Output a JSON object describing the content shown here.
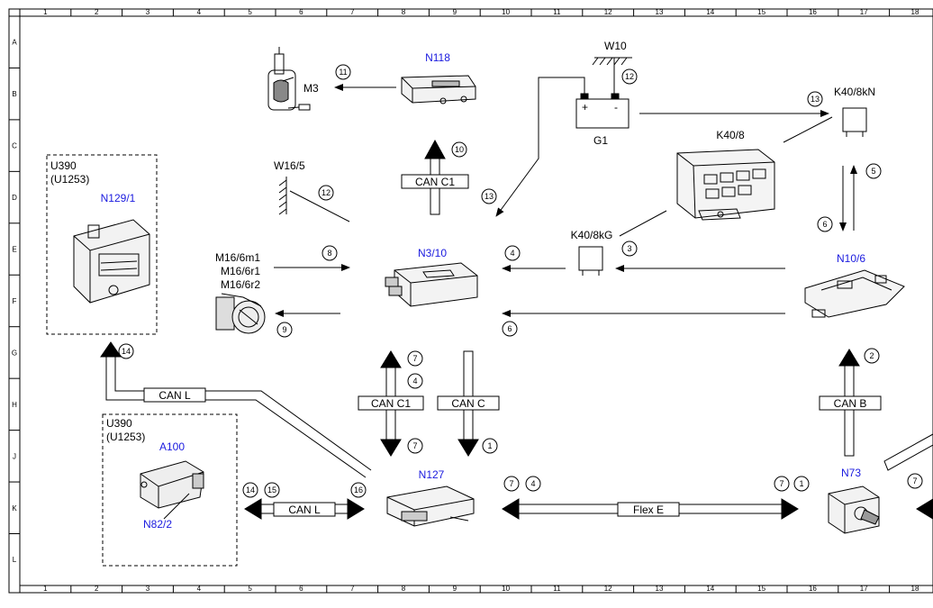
{
  "grid": {
    "columns": [
      "1",
      "2",
      "3",
      "4",
      "5",
      "6",
      "7",
      "8",
      "9",
      "10",
      "11",
      "12",
      "13",
      "14",
      "15",
      "16",
      "17",
      "18"
    ],
    "rows": [
      "A",
      "B",
      "C",
      "D",
      "E",
      "F",
      "G",
      "H",
      "J",
      "K",
      "L"
    ]
  },
  "components": {
    "n118": "N118",
    "m3": "M3",
    "w10": "W10",
    "g1": "G1",
    "k40_8kn": "K40/8kN",
    "k40_8": "K40/8",
    "w16_5": "W16/5",
    "n3_10": "N3/10",
    "k40_8kg": "K40/8kG",
    "n10_6": "N10/6",
    "m16_6m1": "M16/6m1",
    "m16_6r1": "M16/6r1",
    "m16_6r2": "M16/6r2",
    "n127": "N127",
    "n73": "N73",
    "u390_a": "U390",
    "u1253_a": "(U1253)",
    "n129_1": "N129/1",
    "u390_b": "U390",
    "u1253_b": "(U1253)",
    "a100": "A100",
    "n82_2": "N82/2"
  },
  "buses": {
    "can_c1_top": "CAN C1",
    "can_c1_bottom": "CAN C1",
    "can_c": "CAN C",
    "can_b": "CAN B",
    "can_l_top": "CAN L",
    "can_l_bottom": "CAN L",
    "flex_e": "Flex E"
  },
  "battery": {
    "plus": "+",
    "minus": "-"
  },
  "callouts": [
    "11",
    "12",
    "13",
    "10",
    "13",
    "12",
    "5",
    "6",
    "3",
    "4",
    "8",
    "9",
    "6",
    "7",
    "4",
    "7",
    "1",
    "2",
    "14",
    "14",
    "15",
    "16",
    "7",
    "4",
    "7",
    "1",
    "7"
  ]
}
